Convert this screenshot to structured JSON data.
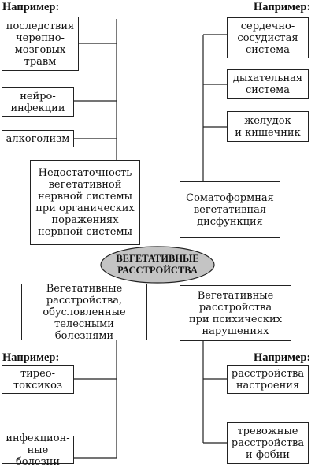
{
  "headers": {
    "top_left": "Например:",
    "top_right": "Например:",
    "bottom_left": "Например:",
    "bottom_right": "Например:"
  },
  "center": "ВЕГЕТАТИВНЫЕ\nРАССТРОЙСТВА",
  "main": {
    "top_left": "Недостаточность\nвегетативной\nнервной системы\nпри органических\nпоражениях\nнервной системы",
    "top_right": "Соматоформная\nвегетативная\nдисфункция",
    "bottom_left": "Вегетативные\nрасстройства,\nобусловленные\nтелесными болезнями",
    "bottom_right": "Вегетативные\nрасстройства\nпри психических\nнарушениях"
  },
  "examples": {
    "top_left": [
      "последствия\nчерепно-\nмозговых\nтравм",
      "нейро-\nинфекции",
      "алкоголизм"
    ],
    "top_right": [
      "сердечно-\nсосудистая\nсистема",
      "дыхательная\nсистема",
      "желудок\nи кишечник"
    ],
    "bottom_left": [
      "тирео-\nтоксикоз",
      "инфекцион-\nные болезни"
    ],
    "bottom_right": [
      "расстройства\nнастроения",
      "тревожные\nрасстройства\nи фобии"
    ]
  }
}
